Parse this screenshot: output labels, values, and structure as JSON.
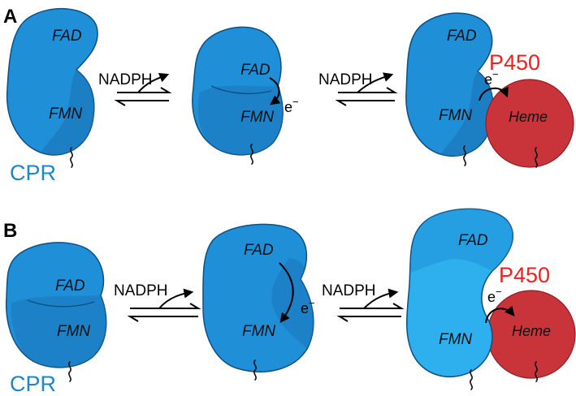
{
  "panels": [
    {
      "letter": "A",
      "states": [
        {
          "top": "FAD",
          "bottom": "FMN"
        },
        {
          "top": "FAD",
          "bottom": "FMN",
          "electron": "e",
          "charge": "−"
        },
        {
          "top": "FAD",
          "bottom": "FMN",
          "electron": "e",
          "charge": "−",
          "partner": "P450",
          "partner_site": "Heme"
        }
      ],
      "step1_label": "NADPH",
      "step2_label": "NADPH",
      "enzyme_label": "CPR"
    },
    {
      "letter": "B",
      "states": [
        {
          "top": "FAD",
          "bottom": "FMN"
        },
        {
          "top": "FAD",
          "bottom": "FMN",
          "electron": "e",
          "charge": "−"
        },
        {
          "top": "FAD",
          "bottom": "FMN",
          "electron": "e",
          "charge": "−",
          "partner": "P450",
          "partner_site": "Heme"
        }
      ],
      "step1_label": "NADPH",
      "step2_label": "NADPH",
      "enzyme_label": "CPR"
    }
  ],
  "colors": {
    "cpr_blue": "#1f8fd8",
    "cpr_dark": "#1a73b4",
    "cpr_light": "#2fb0ee",
    "cpr_outline": "#0d4f80",
    "cpr_text": "#1b87c8",
    "p450_red": "#c9333a",
    "p450_text": "#ef2020"
  },
  "icons": [
    "reversible-arrow-icon",
    "curved-electron-arrow-icon"
  ]
}
